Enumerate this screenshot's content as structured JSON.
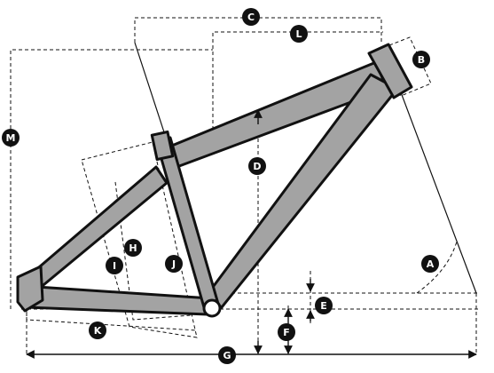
{
  "diagram": {
    "colors": {
      "frame": "#a3a3a3",
      "outline": "#111111",
      "badge": "#111111",
      "badge_text": "#ffffff"
    },
    "labels": {
      "A": "A",
      "B": "B",
      "C": "C",
      "D": "D",
      "E": "E",
      "F": "F",
      "G": "G",
      "H": "H",
      "I": "I",
      "J": "J",
      "K": "K",
      "L": "L",
      "M": "M"
    }
  }
}
